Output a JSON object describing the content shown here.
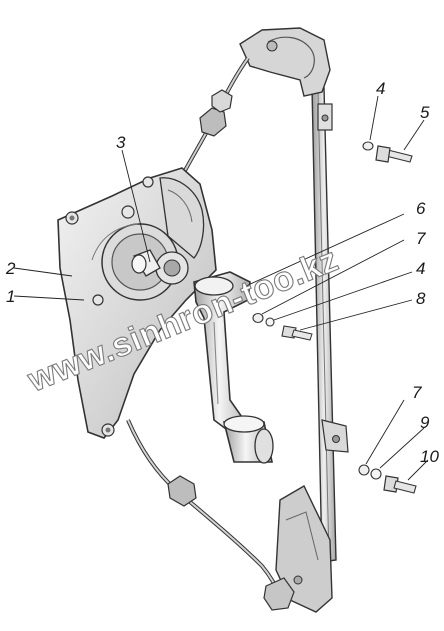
{
  "diagram": {
    "type": "exploded-assembly",
    "subject": "window-regulator"
  },
  "callouts": [
    {
      "id": "c1",
      "text": "1"
    },
    {
      "id": "c2",
      "text": "2"
    },
    {
      "id": "c3",
      "text": "3"
    },
    {
      "id": "c4a",
      "text": "4"
    },
    {
      "id": "c5",
      "text": "5"
    },
    {
      "id": "c6",
      "text": "6"
    },
    {
      "id": "c7a",
      "text": "7"
    },
    {
      "id": "c4b",
      "text": "4"
    },
    {
      "id": "c8",
      "text": "8"
    },
    {
      "id": "c7b",
      "text": "7"
    },
    {
      "id": "c9",
      "text": "9"
    },
    {
      "id": "c10",
      "text": "10"
    }
  ],
  "watermark": {
    "text": "www.sinhron-too.kz"
  },
  "colors": {
    "metal_light": "#ececec",
    "metal_mid": "#c9c9c9",
    "metal_dark": "#8c8c8c",
    "outline": "#333333",
    "callout_text": "#1a1a1a",
    "background": "#ffffff"
  }
}
